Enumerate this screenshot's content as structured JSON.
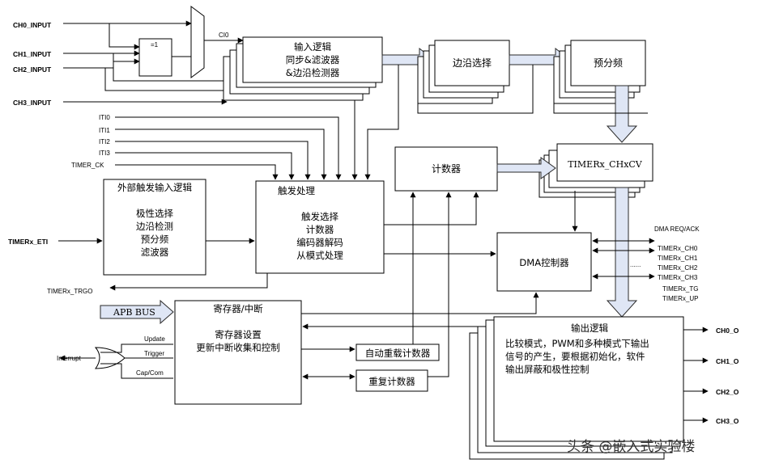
{
  "inputs": {
    "ch0": "CH0_INPUT",
    "ch1": "CH1_INPUT",
    "ch2": "CH2_INPUT",
    "ch3": "CH3_INPUT",
    "iti0": "ITI0",
    "iti1": "ITI1",
    "iti2": "ITI2",
    "iti3": "ITI3",
    "timer_ck": "TIMER_CK",
    "eti": "TIMERx_ETI",
    "trgo": "TIMERx_TRGO",
    "apb": "APB BUS",
    "interrupt": "Interrupt"
  },
  "xor_label": "=1",
  "ci0": "CI0",
  "blocks": {
    "input_logic": [
      "输入逻辑",
      "同步&滤波器",
      "&边沿检测器"
    ],
    "edge_select": "边沿选择",
    "prescaler": "预分频",
    "chxcv": "TIMERx_CHxCV",
    "counter": "计数器",
    "ext_trigger": {
      "title": "外部触发输入逻辑",
      "lines": [
        "极性选择",
        "边沿检测",
        "预分频",
        "滤波器"
      ]
    },
    "trigger": {
      "title": "触发处理",
      "lines": [
        "触发选择",
        "计数器",
        "编码器解码",
        "从模式处理"
      ]
    },
    "dma": "DMA控制器",
    "register": {
      "title": "寄存器/中断",
      "lines": [
        "寄存器设置",
        "更新中断收集和控制"
      ]
    },
    "autoreload": "自动重载计数器",
    "repetition": "重复计数器",
    "output": {
      "title": "输出逻辑",
      "lines": [
        "比较模式，PWM和多种模式下输出",
        "信号的产生，要根据初始化，软件",
        "输出屏蔽和极性控制"
      ]
    }
  },
  "gate_inputs": [
    "Update",
    "Trigger",
    "Cap/Com"
  ],
  "dma_signals": [
    "DMA REQ/ACK",
    "TIMERx_CH0",
    "TIMERx_CH1",
    "TIMERx_CH2",
    "TIMERx_CH3",
    "TIMERx_TG",
    "TIMERx_UP"
  ],
  "dma_ellipsis": "......",
  "outputs": [
    "CH0_O",
    "CH1_O",
    "CH2_O",
    "CH3_O"
  ],
  "watermark": "头条 @嵌入式实验楼"
}
